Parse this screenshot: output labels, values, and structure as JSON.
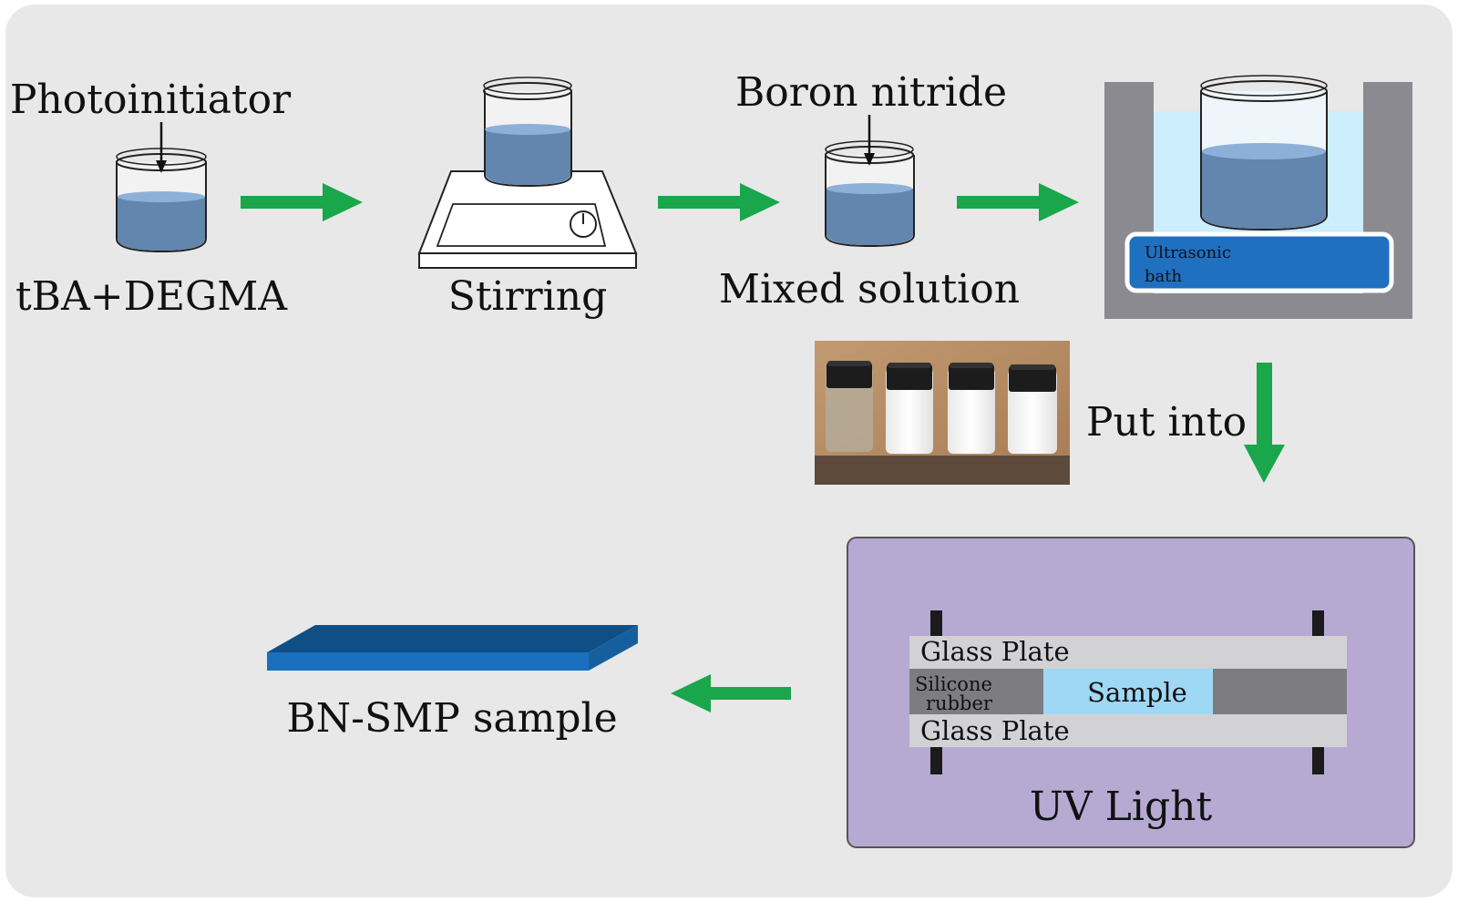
{
  "colors": {
    "background": "#e8e8e9",
    "arrow": "#1aa64a",
    "liquid": "#6386ae",
    "liquid_top": "#8db0d8",
    "bath_water": "#cdeefd",
    "bath_wall": "#8a8a90",
    "ultrasonic_plate": "#1f70c0",
    "uv_box": "#b6aad3",
    "glass_plate": "#d2d2d4",
    "rubber": "#7d7d80",
    "sample_gel": "#9fd8f5",
    "bn_sample_top": "#0f4f86",
    "bn_sample_side": "#1b6fbf"
  },
  "labels": {
    "photoinitiator": "Photoinitiator",
    "monomers": "tBA+DEGMA",
    "stirring": "Stirring",
    "boron_nitride": "Boron nitride",
    "mixed_solution": "Mixed solution",
    "ultrasonic_line1": "Ultrasonic",
    "ultrasonic_line2": "bath",
    "put_into": "Put into",
    "glass_plate_top": "Glass Plate",
    "silicone_line1": "Silicone",
    "silicone_line2": "rubber",
    "sample": "Sample",
    "glass_plate_bottom": "Glass Plate",
    "uv_light": "UV Light",
    "bn_smp_sample": "BN-SMP sample"
  },
  "icons": {
    "photo": "vials-photo",
    "stirrer": "magnetic-stirrer-icon",
    "beaker": "beaker-icon"
  }
}
